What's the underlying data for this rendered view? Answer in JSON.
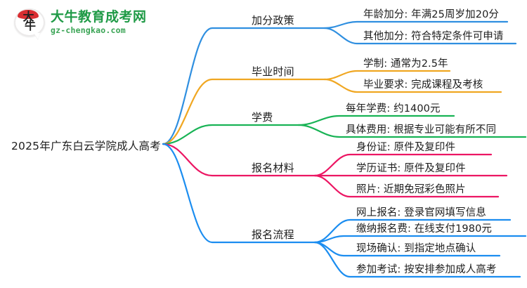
{
  "brand": {
    "logo_icon": "daniu-speech-bubble-logo",
    "mark_char_1": "大",
    "mark_char_2": "牛",
    "title": "大牛教育成考网",
    "subtitle": "gz-chengkao.com",
    "title_color": "#16963f",
    "subtitle_color": "#33a14f",
    "mark_accent_color": "#d8262a"
  },
  "mindmap": {
    "root": {
      "label": "2025年广东白云学院成人高考"
    },
    "branches": [
      {
        "label": "加分政策",
        "color": "#2f8fe0",
        "children": [
          {
            "label": "年龄加分: 年满25周岁加20分"
          },
          {
            "label": "其他加分: 符合特定条件可申请"
          }
        ]
      },
      {
        "label": "毕业时间",
        "color": "#f0a722",
        "children": [
          {
            "label": "学制: 通常为2.5年"
          },
          {
            "label": "毕业要求: 完成课程及考核"
          }
        ]
      },
      {
        "label": "学费",
        "color": "#18b355",
        "children": [
          {
            "label": "每年学费: 约1400元"
          },
          {
            "label": "具体费用: 根据专业可能有所不同"
          }
        ]
      },
      {
        "label": "报名材料",
        "color": "#ec1663",
        "children": [
          {
            "label": "身份证: 原件及复印件"
          },
          {
            "label": "学历证书: 原件及复印件"
          },
          {
            "label": "照片: 近期免冠彩色照片"
          }
        ]
      },
      {
        "label": "报名流程",
        "color": "#1b8df0",
        "children": [
          {
            "label": "网上报名: 登录官网填写信息"
          },
          {
            "label": "缴纳报名费: 在线支付1980元"
          },
          {
            "label": "现场确认: 到指定地点确认"
          },
          {
            "label": "参加考试: 按安排参加成人高考"
          }
        ]
      }
    ]
  }
}
